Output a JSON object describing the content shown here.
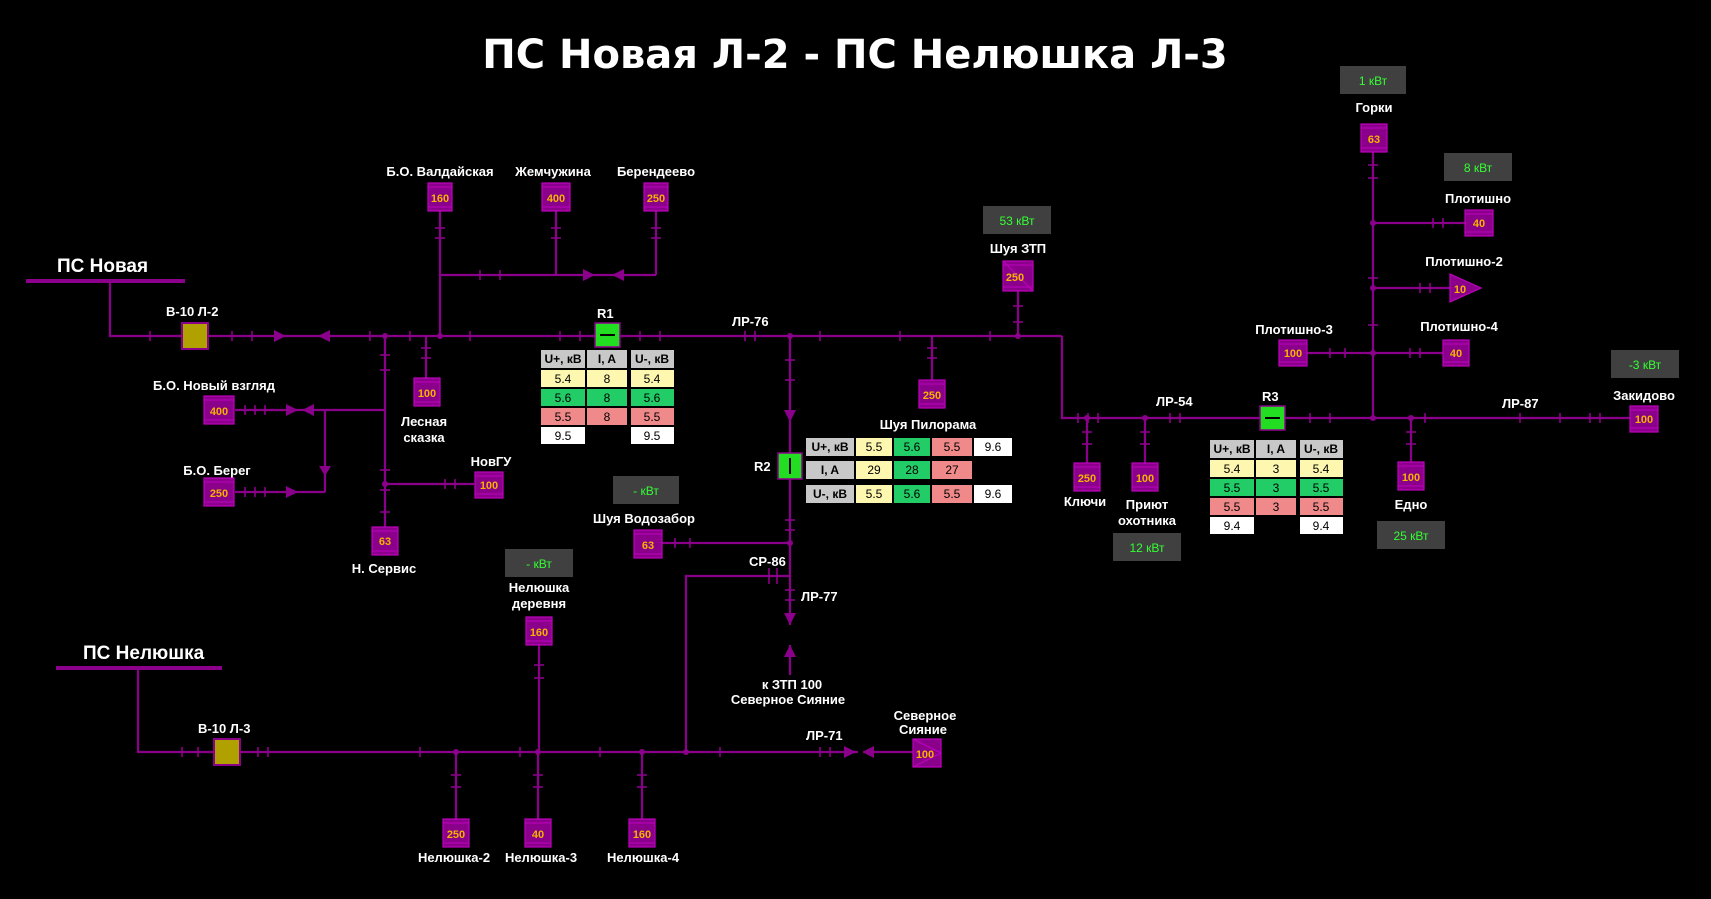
{
  "title": "ПС Новая Л-2 - ПС Нелюшка Л-3",
  "substations": {
    "novaya": "ПС Новая",
    "nelyushka": "ПС Нелюшка"
  },
  "breakers": {
    "v10_l2": "В-10 Л-2",
    "v10_l3": "В-10 Л-3"
  },
  "reclosers": {
    "r1": "R1",
    "r2": "R2",
    "r3": "R3"
  },
  "disconnectors": {
    "lr76": "ЛР-76",
    "lr54": "ЛР-54",
    "lr87": "ЛР-87",
    "sr86": "СР-86",
    "lr77": "ЛР-77",
    "lr71": "ЛР-71"
  },
  "transformers": {
    "valdai": {
      "name": "Б.О. Валдайская",
      "kva": "160"
    },
    "zhemchuzhina": {
      "name": "Жемчужина",
      "kva": "400"
    },
    "berendeevo": {
      "name": "Берендеево",
      "kva": "250"
    },
    "noviy_vzglyad": {
      "name": "Б.О. Новый взгляд",
      "kva": "400"
    },
    "bereg": {
      "name": "Б.О. Берег",
      "kva": "250"
    },
    "lesnaya_l1": "Лесная",
    "lesnaya_l2": "сказка",
    "lesnaya_kva": "100",
    "novgu": {
      "name": "НовГУ",
      "kva": "100"
    },
    "nservis": {
      "name": "Н. Сервис",
      "kva": "63"
    },
    "shuya_ztp": {
      "name": "Шуя ЗТП",
      "kva": "250"
    },
    "shuya_pilorama": {
      "name": "Шуя Пилорама",
      "kva": "250"
    },
    "shuya_vodozabor": {
      "name": "Шуя Водозабор",
      "kva": "63"
    },
    "nel_derevnya_l1": "Нелюшка",
    "nel_derevnya_l2": "деревня",
    "nel_derevnya_kva": "160",
    "nel2": {
      "name": "Нелюшка-2",
      "kva": "250"
    },
    "nel3": {
      "name": "Нелюшка-3",
      "kva": "40"
    },
    "nel4": {
      "name": "Нелюшка-4",
      "kva": "160"
    },
    "sev_siyanie_l1": "Северное",
    "sev_siyanie_l2": "Сияние",
    "sev_siyanie_kva": "100",
    "gorki": {
      "name": "Горки",
      "kva": "63"
    },
    "plotishno": {
      "name": "Плотишно",
      "kva": "40"
    },
    "plotishno2": {
      "name": "Плотишно-2",
      "kva": "10"
    },
    "plotishno3": {
      "name": "Плотишно-3",
      "kva": "100"
    },
    "plotishno4": {
      "name": "Плотишно-4",
      "kva": "40"
    },
    "klyuchi": {
      "name": "Ключи",
      "kva": "250"
    },
    "priyut_l1": "Приют",
    "priyut_l2": "охотника",
    "priyut_kva": "100",
    "edno": {
      "name": "Едно",
      "kva": "100"
    },
    "zakidovo": {
      "name": "Закидово",
      "kva": "100"
    }
  },
  "ztp_note": {
    "l1": "к ЗТП 100",
    "l2": "Северное Сияние"
  },
  "power": {
    "gorki": "1 кВт",
    "plotishno": "8 кВт",
    "shuya_ztp": "53 кВт",
    "zakidovo": "-3 кВт",
    "vodozabor": "- кВт",
    "nel_derevnya": "- кВт",
    "priyut": "12 кВт",
    "edno": "25 кВт"
  },
  "r1_table": {
    "headers": [
      "U+, кВ",
      "I, A",
      "U-, кВ"
    ],
    "rows": [
      [
        "5.4",
        "8",
        "5.4"
      ],
      [
        "5.6",
        "8",
        "5.6"
      ],
      [
        "5.5",
        "8",
        "5.5"
      ],
      [
        "9.5",
        "",
        "9.5"
      ]
    ]
  },
  "r2_table": {
    "labels": [
      "U+, кВ",
      "I, A",
      "U-, кВ"
    ],
    "rows": [
      [
        "5.5",
        "5.6",
        "5.5",
        "9.6"
      ],
      [
        "29",
        "28",
        "27",
        ""
      ],
      [
        "5.5",
        "5.6",
        "5.5",
        "9.6"
      ]
    ]
  },
  "r3_table": {
    "headers": [
      "U+, кВ",
      "I, A",
      "U-, кВ"
    ],
    "rows": [
      [
        "5.4",
        "3",
        "5.4"
      ],
      [
        "5.5",
        "3",
        "5.5"
      ],
      [
        "5.5",
        "3",
        "5.5"
      ],
      [
        "9.4",
        "",
        "9.4"
      ]
    ]
  },
  "colors": {
    "line": "#8a008a",
    "breaker": "#b0a000",
    "recloser": "#22dd22",
    "power_text": "#33ff33",
    "power_box": "#404040",
    "phase_a": "#fef7b0",
    "phase_b": "#22cc66",
    "phase_c": "#f08a8a",
    "header": "#c8c8c8"
  }
}
